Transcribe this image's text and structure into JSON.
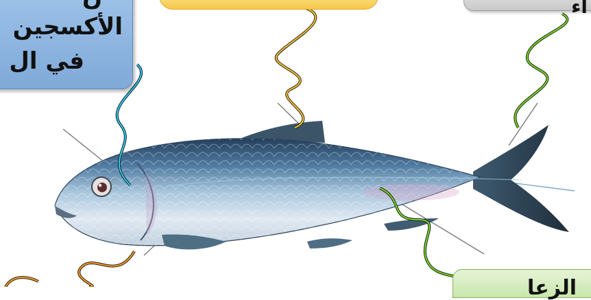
{
  "labels": {
    "top_left_line1": "ن",
    "top_left_line2": "الأكسجين",
    "top_left_line3": "في ال",
    "top_right": "اء",
    "bottom_right": "الزعا"
  },
  "colors": {
    "left_box": "#8fb6e2",
    "top_box": "#f6c84a",
    "right_box": "#d4d4d4",
    "bottom_box": "#d6edc0",
    "cyan_pointer": "#39c6e6",
    "yellow_pointer": "#f2c23a",
    "green_pointer": "#7dd630",
    "orange_pointer": "#f0a030",
    "fish_back": "#2f4e6e",
    "fish_belly": "#e6eef5"
  }
}
